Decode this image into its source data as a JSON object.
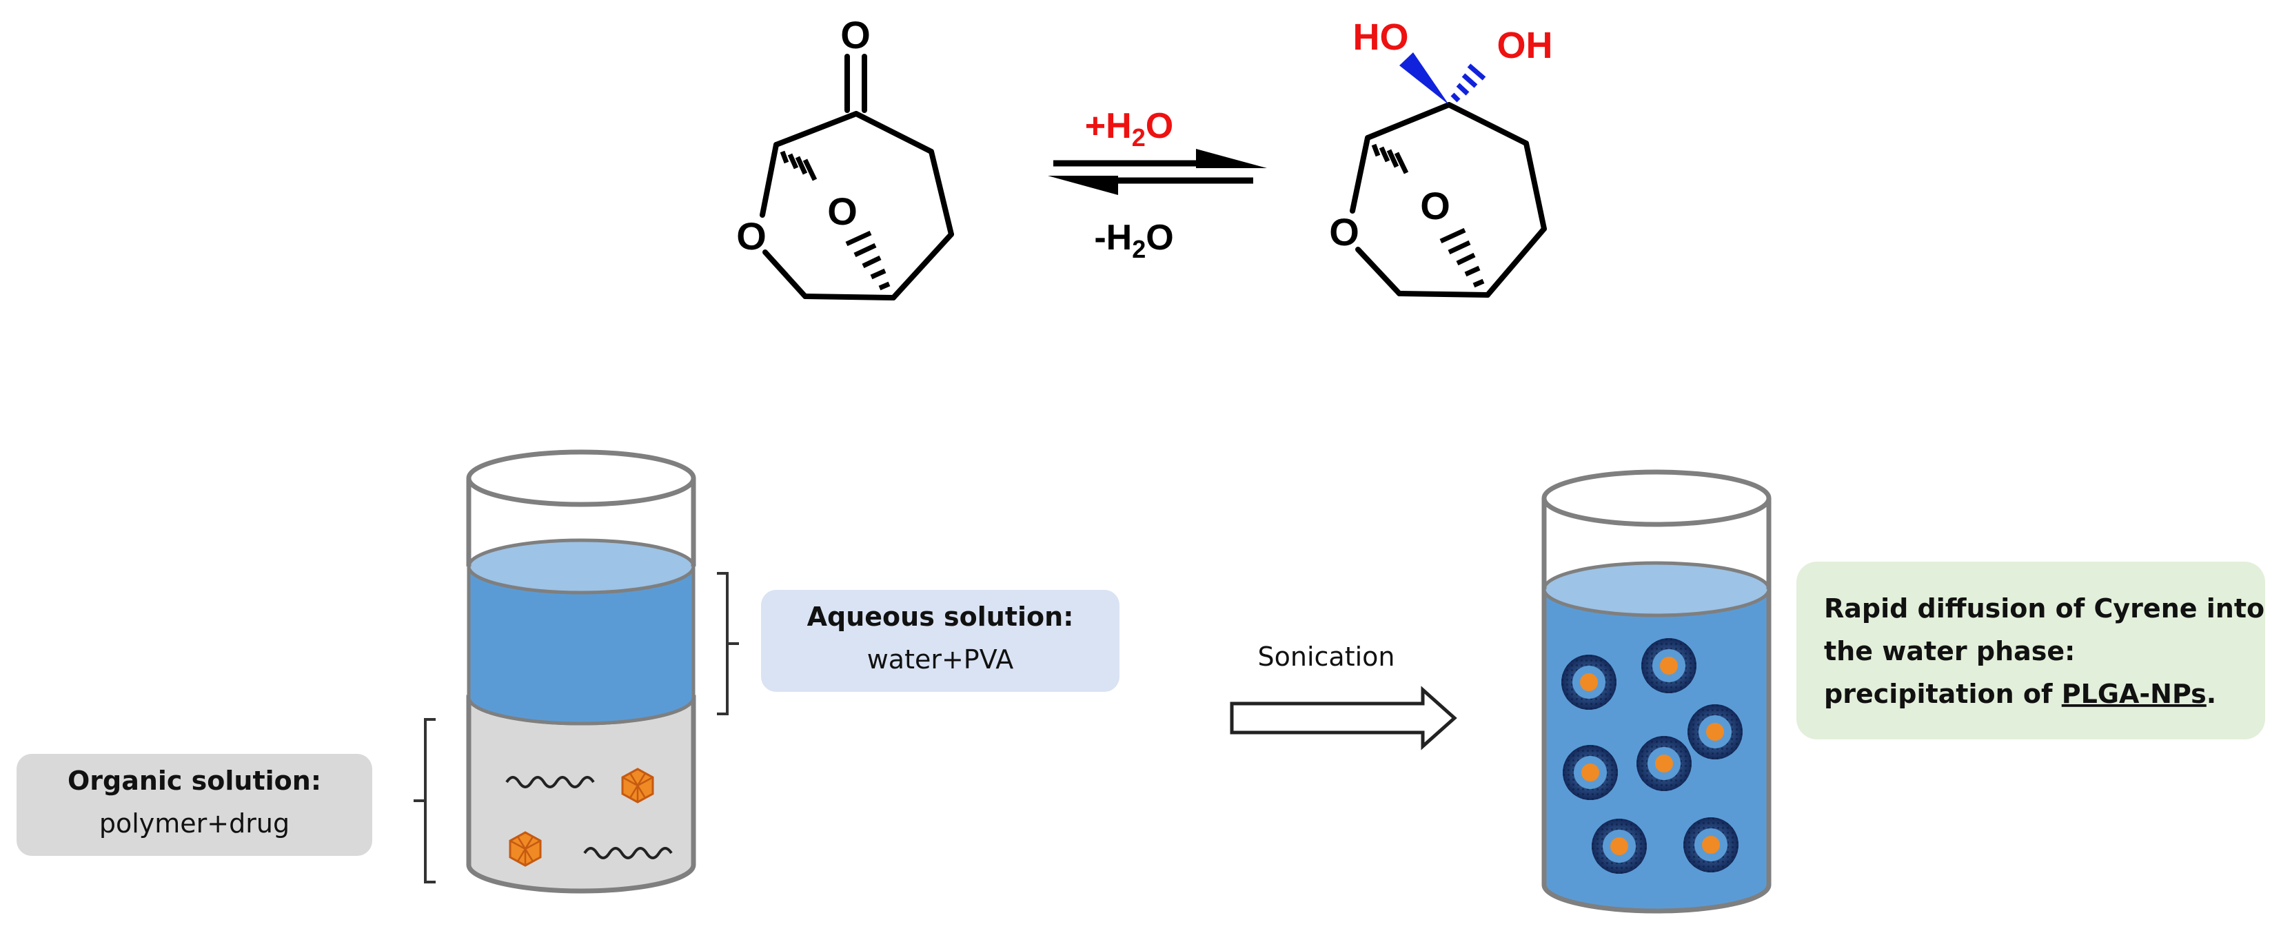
{
  "reaction": {
    "ketone": {
      "carbonyl_o": "O",
      "ring_o": "O",
      "bridge_o": "O"
    },
    "forward_label": {
      "prefix": "+H",
      "sub": "2",
      "suffix": "O"
    },
    "reverse_label": {
      "prefix": "-H",
      "sub": "2",
      "suffix": "O"
    },
    "diol": {
      "oh_left": "HO",
      "oh_right": "OH",
      "ring_o": "O",
      "bridge_o": "O"
    }
  },
  "process": {
    "aqueous_box": {
      "title": "Aqueous solution:",
      "text": "water+PVA"
    },
    "organic_box": {
      "title": "Organic solution:",
      "text": "polymer+drug"
    },
    "step_label": "Sonication",
    "result_box": {
      "line1": "Rapid diffusion of Cyrene into",
      "line2": "the water phase:",
      "line3_prefix": "precipitation of ",
      "line3_term": "PLGA-NPs",
      "line3_suffix": "."
    }
  },
  "colors": {
    "heteroatom_red": "#ee1111",
    "wedge_blue": "#1122dd",
    "aqueous_blue": "#5b9bd5",
    "aqueous_top": "#9dc3e6",
    "organic_gray": "#d8d8d8",
    "aqueous_box_bg": "#dae3f3",
    "organic_box_bg": "#d9d9d9",
    "result_box_bg": "#e2efda",
    "drug_orange": "#f08a24",
    "shell_navy": "#1f3864"
  }
}
